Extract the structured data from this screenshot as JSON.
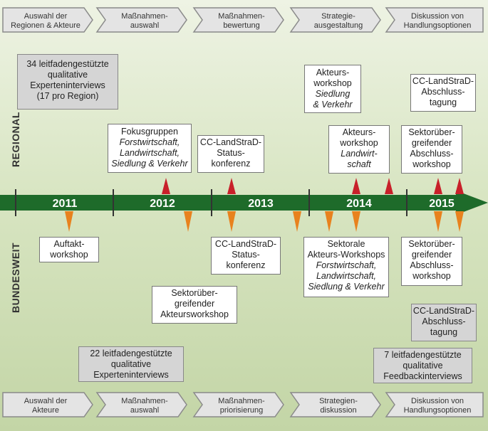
{
  "colors": {
    "timeline": "#1e6b2a",
    "regional_marker": "#c8202a",
    "national_marker": "#e8821e",
    "chevron_fill": "#e4e4e4",
    "chevron_stroke": "#8a8a8a"
  },
  "side_labels": {
    "regional": "REGIONAL",
    "national": "BUNDESWEIT"
  },
  "top_phases": [
    [
      "Auswahl der",
      "Regionen & Akteure"
    ],
    [
      "Maßnahmen-",
      "auswahl"
    ],
    [
      "Maßnahmen-",
      "bewertung"
    ],
    [
      "Strategie-",
      "ausgestaltung"
    ],
    [
      "Diskussion von",
      "Handlungsoptionen"
    ]
  ],
  "bottom_phases": [
    [
      "Auswahl der",
      "Akteure"
    ],
    [
      "Maßnahmen-",
      "auswahl"
    ],
    [
      "Maßnahmen-",
      "priorisierung"
    ],
    [
      "Strategien-",
      "diskussion"
    ],
    [
      "Diskussion von",
      "Handlungsoptionen"
    ]
  ],
  "years": [
    "2011",
    "2012",
    "2013",
    "2014",
    "2015"
  ],
  "regional_events": {
    "interviews": {
      "l1": "34 leitfadengestützte",
      "l2": "qualitative",
      "l3": "Experteninterviews",
      "l4": "(17 pro Region)"
    },
    "fokusgruppen": {
      "l1": "Fokusgruppen",
      "l2": "Forstwirtschaft,",
      "l3": "Landwirtschaft,",
      "l4": "Siedlung & Verkehr"
    },
    "status": {
      "l1": "CC-LandStraD-",
      "l2": "Status-",
      "l3": "konferenz"
    },
    "workshop_siedlung": {
      "l1": "Akteurs-",
      "l2": "workshop",
      "l3": "Siedlung",
      "l4": "& Verkehr"
    },
    "workshop_landwirt": {
      "l1": "Akteurs-",
      "l2": "workshop",
      "l3": "Landwirt-",
      "l4": "schaft"
    },
    "abschlusstagung": {
      "l1": "CC-LandStraD-",
      "l2": "Abschluss-",
      "l3": "tagung"
    },
    "sektor_workshop": {
      "l1": "Sektorüber-",
      "l2": "greifender",
      "l3": "Abschluss-",
      "l4": "workshop"
    }
  },
  "national_events": {
    "auftakt": {
      "l1": "Auftakt-",
      "l2": "workshop"
    },
    "status": {
      "l1": "CC-LandStraD-",
      "l2": "Status-",
      "l3": "konferenz"
    },
    "sektorale": {
      "l1": "Sektorale",
      "l2": "Akteurs-Workshops",
      "l3": "Forstwirtschaft,",
      "l4": "Landwirtschaft,",
      "l5": "Siedlung & Verkehr"
    },
    "sektor_abschluss": {
      "l1": "Sektorüber-",
      "l2": "greifender",
      "l3": "Abschluss-",
      "l4": "workshop"
    },
    "sektor_akteur": {
      "l1": "Sektorüber-",
      "l2": "greifender",
      "l3": "Akteursworkshop"
    },
    "abschlusstagung": {
      "l1": "CC-LandStraD-",
      "l2": "Abschluss-",
      "l3": "tagung"
    },
    "interviews22": {
      "l1": "22 leitfadengestützte",
      "l2": "qualitative",
      "l3": "Experteninterviews"
    },
    "interviews7": {
      "l1": "7 leitfadengestützte",
      "l2": "qualitative",
      "l3": "Feedbackinterviews"
    }
  }
}
